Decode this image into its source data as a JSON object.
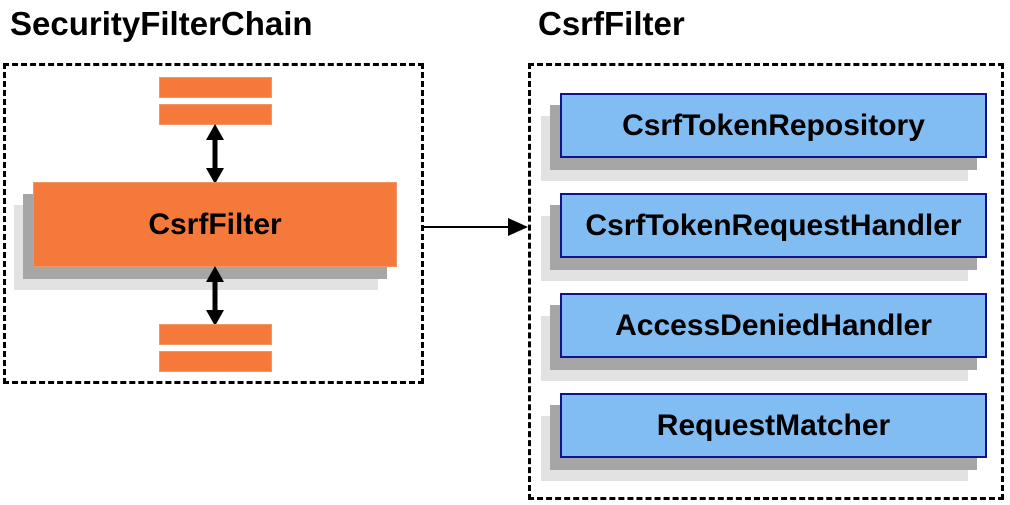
{
  "left_panel": {
    "title": "SecurityFilterChain",
    "filter_box": {
      "label": "CsrfFilter"
    },
    "top_placeholder_bars": 2,
    "bottom_placeholder_bars": 2
  },
  "right_panel": {
    "title": "CsrfFilter",
    "components": [
      {
        "label": "CsrfTokenRepository"
      },
      {
        "label": "CsrfTokenRequestHandler"
      },
      {
        "label": "AccessDeniedHandler"
      },
      {
        "label": "RequestMatcher"
      }
    ]
  },
  "colors": {
    "orange_fill": "#F5793B",
    "orange_border": "#F0946A",
    "blue_fill": "#81BCF2",
    "blue_border": "#10148C",
    "shadow_dark": "#A6A6A6",
    "shadow_light": "#E2E2E2",
    "line_color": "#000000",
    "text_color": "#000000"
  }
}
